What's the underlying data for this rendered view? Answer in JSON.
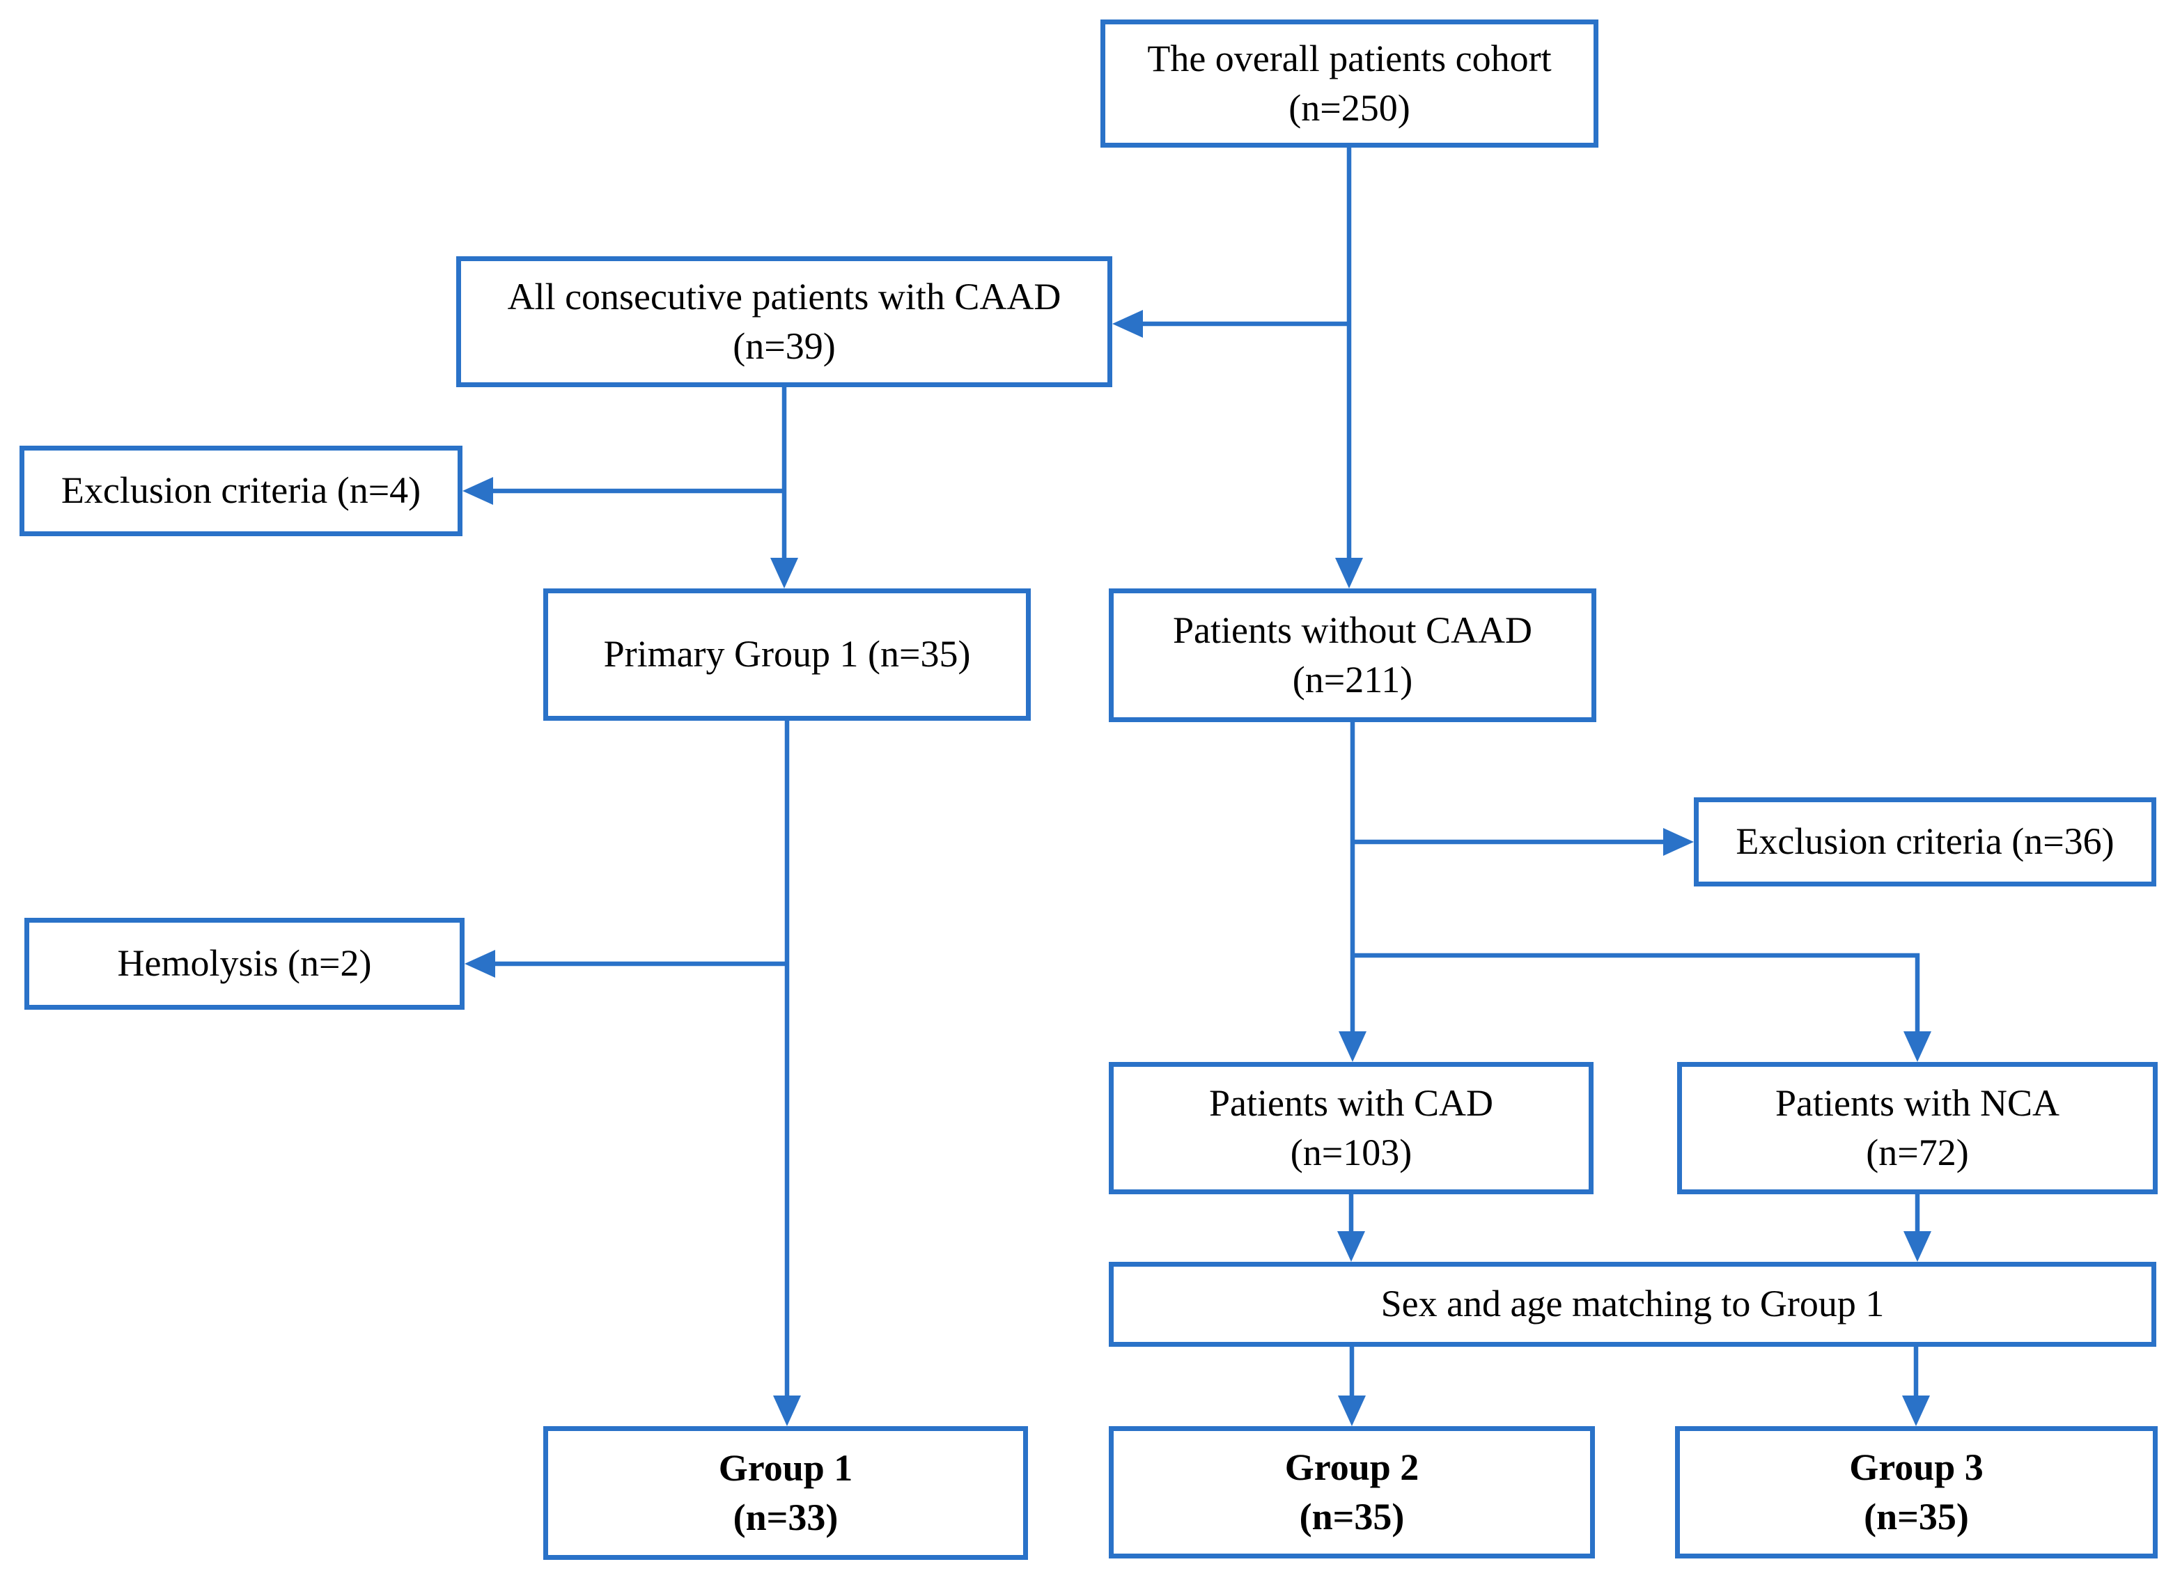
{
  "colors": {
    "line": "#2A72C8",
    "text": "#000000",
    "background": "#FFFFFF"
  },
  "nodes": {
    "overall": {
      "line1": "The overall patients cohort",
      "line2": "(n=250)"
    },
    "caad": {
      "line1": "All consecutive patients with CAAD",
      "line2": "(n=39)"
    },
    "exclusion4": {
      "line1": "Exclusion criteria (n=4)"
    },
    "primary1": {
      "line1": "Primary Group 1 (n=35)"
    },
    "without_caad": {
      "line1": "Patients without CAAD",
      "line2": "(n=211)"
    },
    "exclusion36": {
      "line1": "Exclusion criteria (n=36)"
    },
    "hemolysis": {
      "line1": "Hemolysis (n=2)"
    },
    "cad": {
      "line1": "Patients with CAD",
      "line2": "(n=103)"
    },
    "nca": {
      "line1": "Patients with NCA",
      "line2": "(n=72)"
    },
    "matching": {
      "line1": "Sex and age matching to Group 1"
    },
    "group1": {
      "line1": "Group 1",
      "line2": "(n=33)"
    },
    "group2": {
      "line1": "Group 2",
      "line2": "(n=35)"
    },
    "group3": {
      "line1": "Group 3",
      "line2": "(n=35)"
    }
  }
}
